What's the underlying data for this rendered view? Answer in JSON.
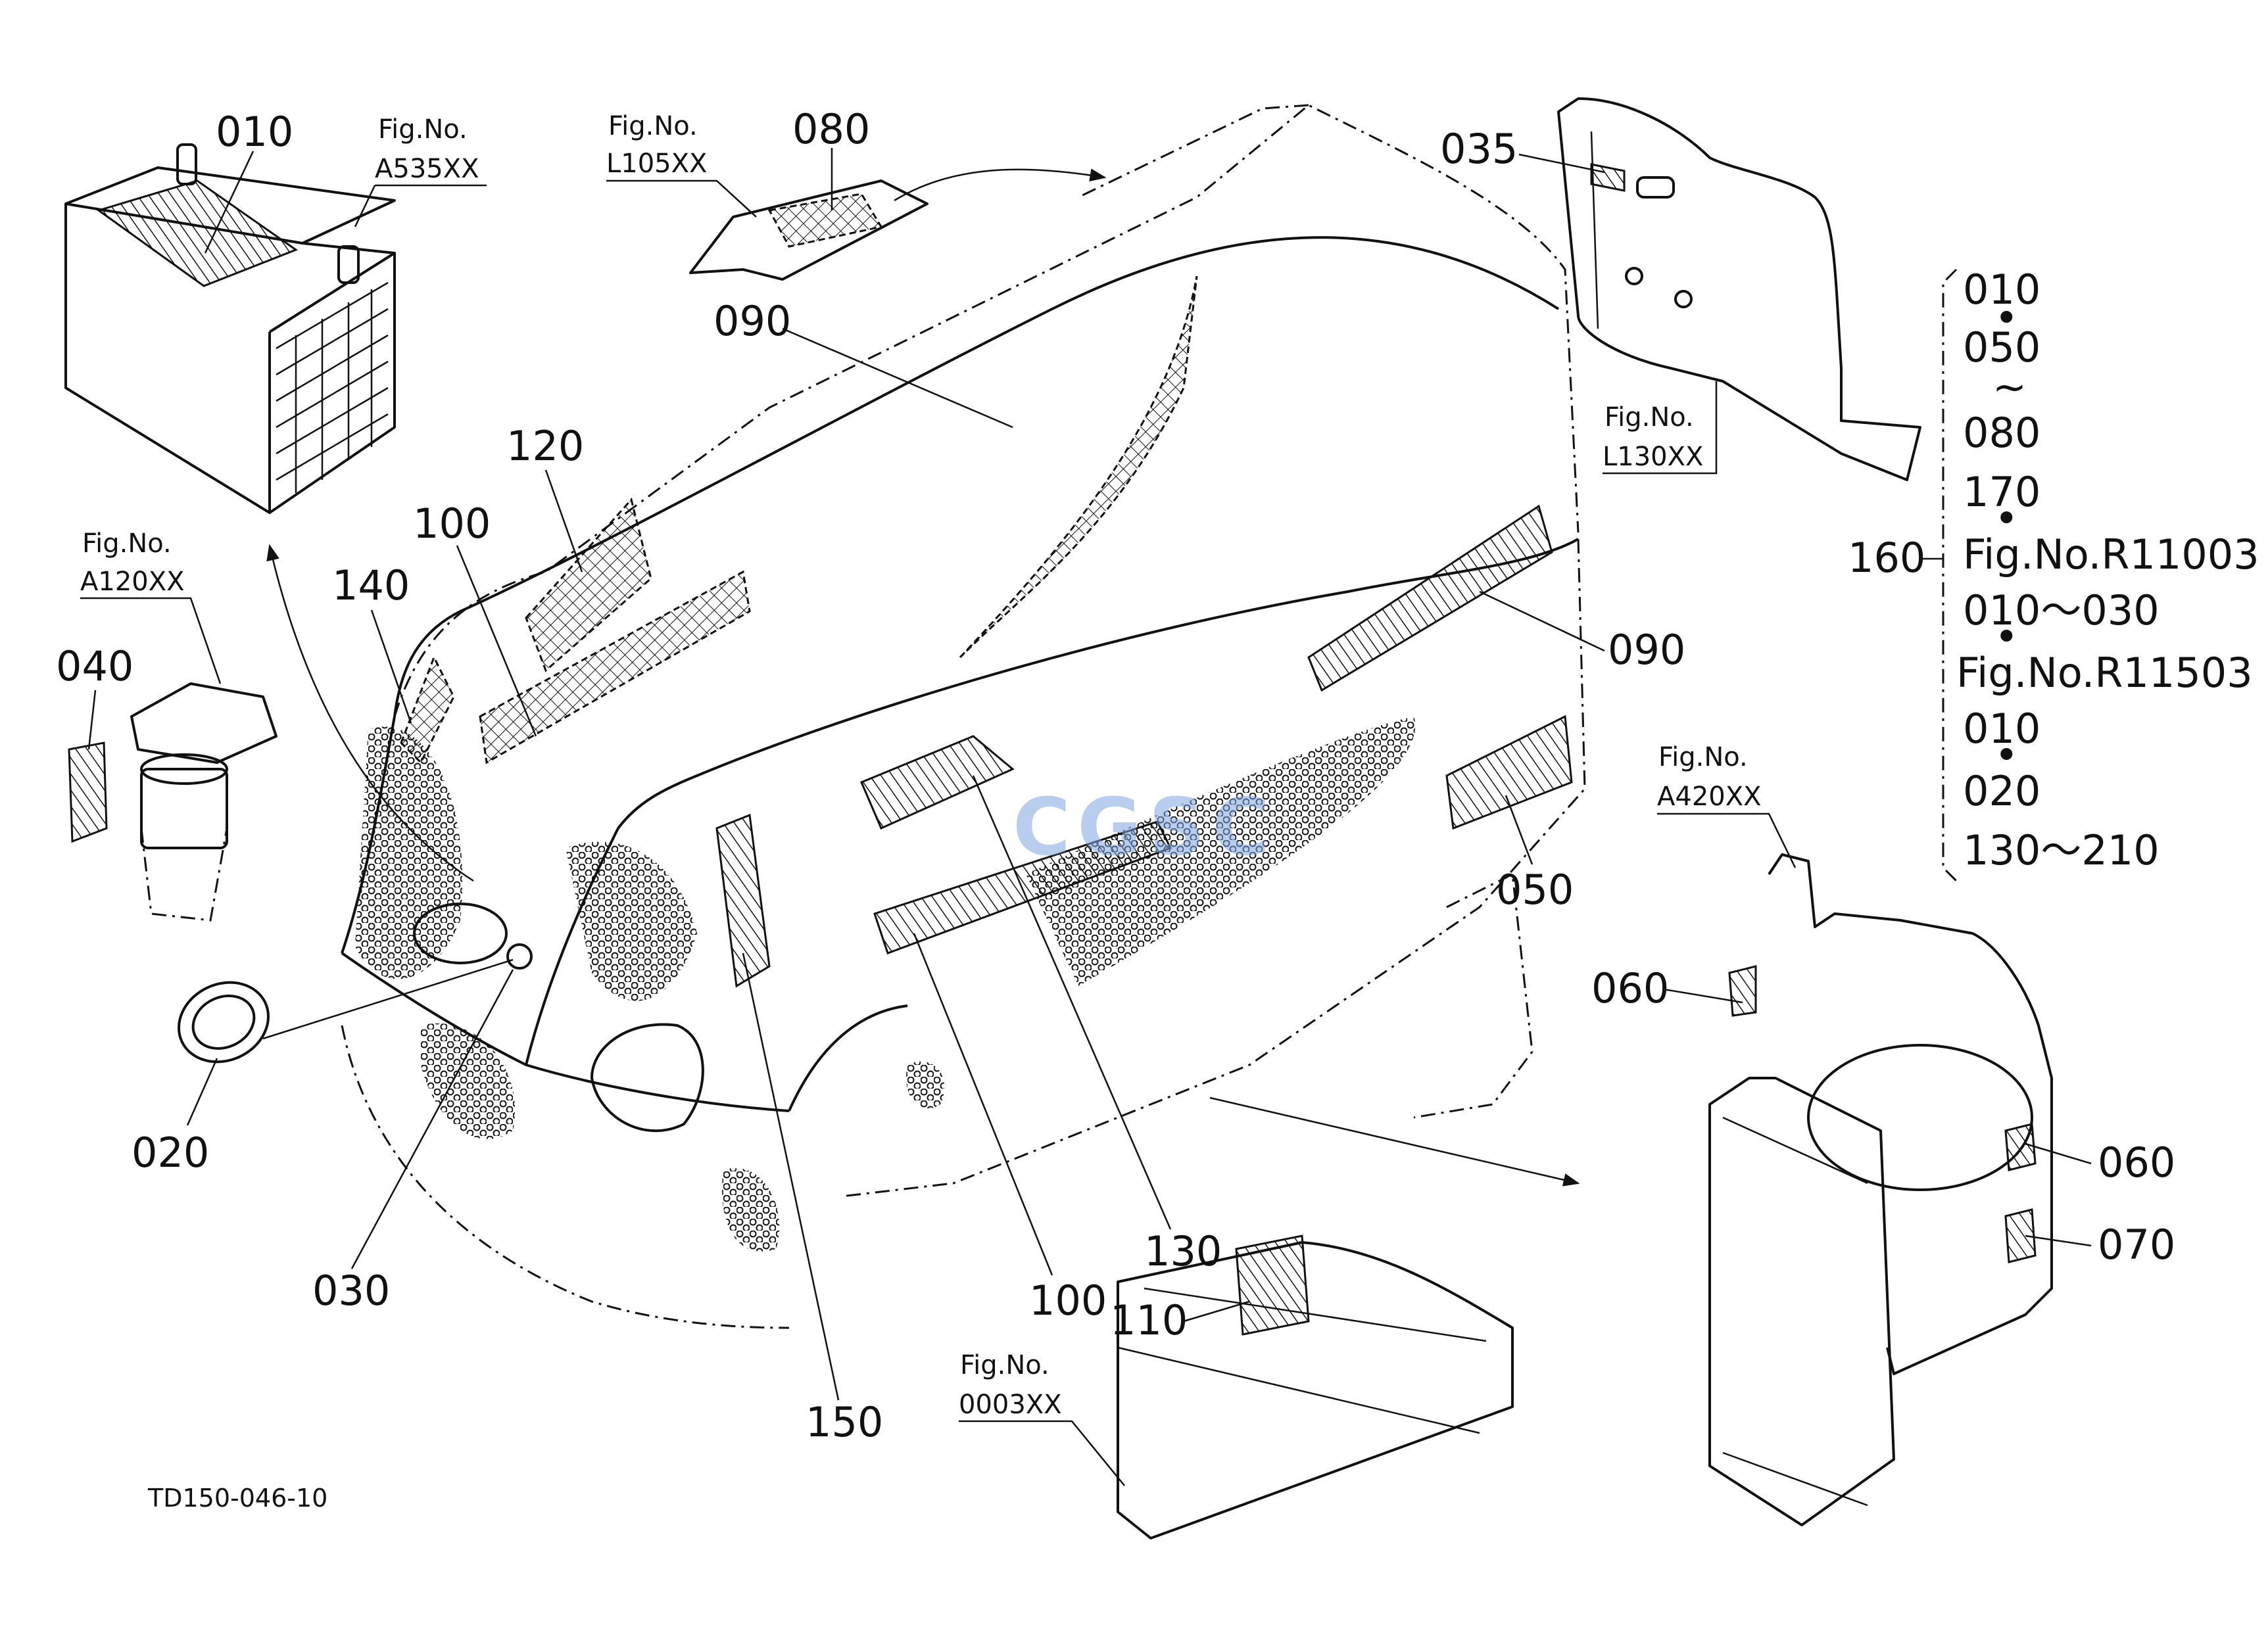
{
  "drawing_id": "TD150-046-10",
  "watermark": "CGSC",
  "fig_refs": {
    "battery": {
      "prefix": "Fig.No.",
      "code": "A535XX"
    },
    "bonnet": {
      "prefix": "Fig.No.",
      "code": "L105XX"
    },
    "panel": {
      "prefix": "Fig.No.",
      "code": "L130XX"
    },
    "filter": {
      "prefix": "Fig.No.",
      "code": "A120XX"
    },
    "radiator": {
      "prefix": "Fig.No.",
      "code": "A420XX"
    },
    "engine": {
      "prefix": "Fig.No.",
      "code": "0003XX"
    }
  },
  "callouts": {
    "c010": "010",
    "c080": "080",
    "c035": "035",
    "c090a": "090",
    "c090b": "090",
    "c120": "120",
    "c100a": "100",
    "c100b": "100",
    "c140": "140",
    "c040": "040",
    "c020": "020",
    "c030": "030",
    "c150": "150",
    "c130": "130",
    "c110": "110",
    "c050": "050",
    "c060a": "060",
    "c060b": "060",
    "c070": "070",
    "c160": "160"
  },
  "set_note": {
    "lines": [
      "010",
      "050",
      "~",
      "080",
      "170",
      "Fig.No.R11003",
      "010～030",
      "Fig.No.R11503",
      "010",
      "020",
      "130～210"
    ]
  }
}
